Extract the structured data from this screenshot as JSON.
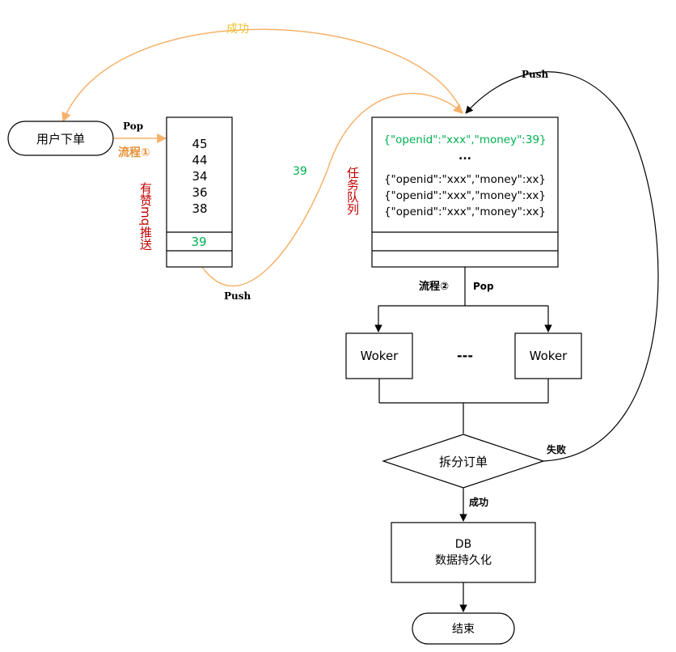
{
  "colors": {
    "orange_line": "#f6b26b",
    "orange_text": "#e69138",
    "gold_text": "#f1c232",
    "green_text": "#00b050",
    "red_text": "#c00000",
    "stroke": "#000000"
  },
  "labels": {
    "success_top": "成功",
    "push_top": "Push",
    "pop_left": "Pop",
    "flow1": "流程①",
    "green_39": "39",
    "push_bottom": "Push",
    "flow2": "流程②",
    "pop_right": "Pop",
    "fail": "失败",
    "success_bottom": "成功",
    "dashes": "---"
  },
  "nodes": {
    "user_order": "用户下单",
    "worker_left": "Woker",
    "worker_right": "Woker",
    "split_order": "拆分订单",
    "db_line1": "DB",
    "db_line2": "数据持久化",
    "end": "结束"
  },
  "mq_queue": {
    "side_label": "有赞mq推送",
    "values": [
      "45",
      "44",
      "34",
      "36",
      "38"
    ],
    "highlight_value": "39"
  },
  "task_queue": {
    "side_label": "任务队列",
    "first_item": "{\"openid\":\"xxx\",\"money\":39}",
    "ellipsis": "...",
    "items": [
      "{\"openid\":\"xxx\",\"money\":xx}",
      "{\"openid\":\"xxx\",\"money\":xx}",
      "{\"openid\":\"xxx\",\"money\":xx}"
    ]
  }
}
